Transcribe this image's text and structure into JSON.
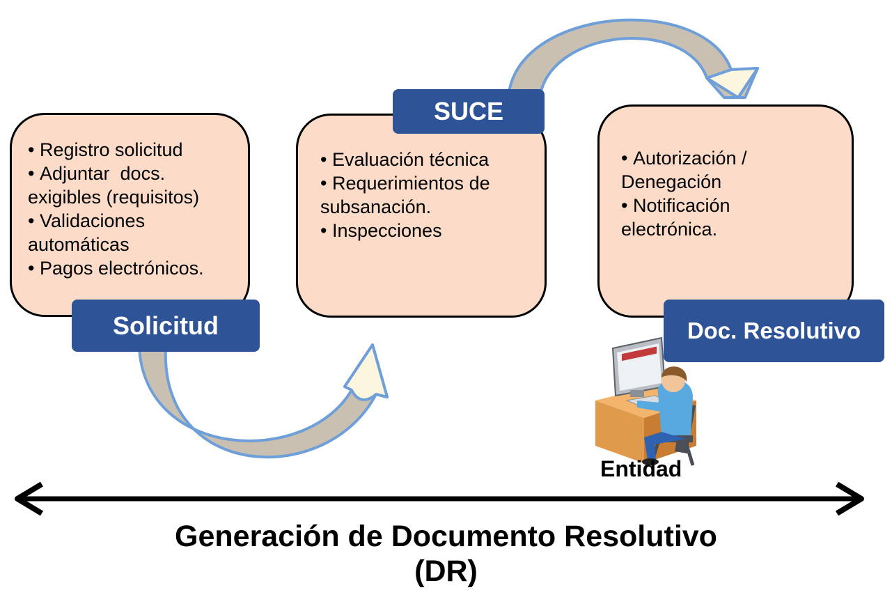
{
  "colors": {
    "box_fill": "#fcdcc8",
    "label_fill": "#2e5497",
    "arrow_fill": "#c9c0b2",
    "arrow_outline": "#6f9fd8",
    "arrow_tip_fill": "#fdf6de"
  },
  "steps": [
    {
      "label": "Solicitud",
      "items": [
        "Registro solicitud",
        "Adjuntar  docs.",
        "exigibles (requisitos)",
        "Validaciones",
        "automáticas",
        "Pagos electrónicos."
      ],
      "bullets": [
        true,
        true,
        false,
        true,
        false,
        true
      ]
    },
    {
      "label": "SUCE",
      "items": [
        "Evaluación técnica",
        "Requerimientos de",
        "subsanación.",
        "Inspecciones"
      ],
      "bullets": [
        true,
        true,
        false,
        true
      ]
    },
    {
      "label": "Doc. Resolutivo",
      "items": [
        "Autorización /",
        "Denegación",
        "Notificación",
        "electrónica."
      ],
      "bullets": [
        true,
        false,
        true,
        false
      ]
    }
  ],
  "entity": {
    "label": "Entidad",
    "icon": "person-at-computer-icon"
  },
  "footer": {
    "line1": "Generación de Documento Resolutivo",
    "line2": "(DR)"
  }
}
